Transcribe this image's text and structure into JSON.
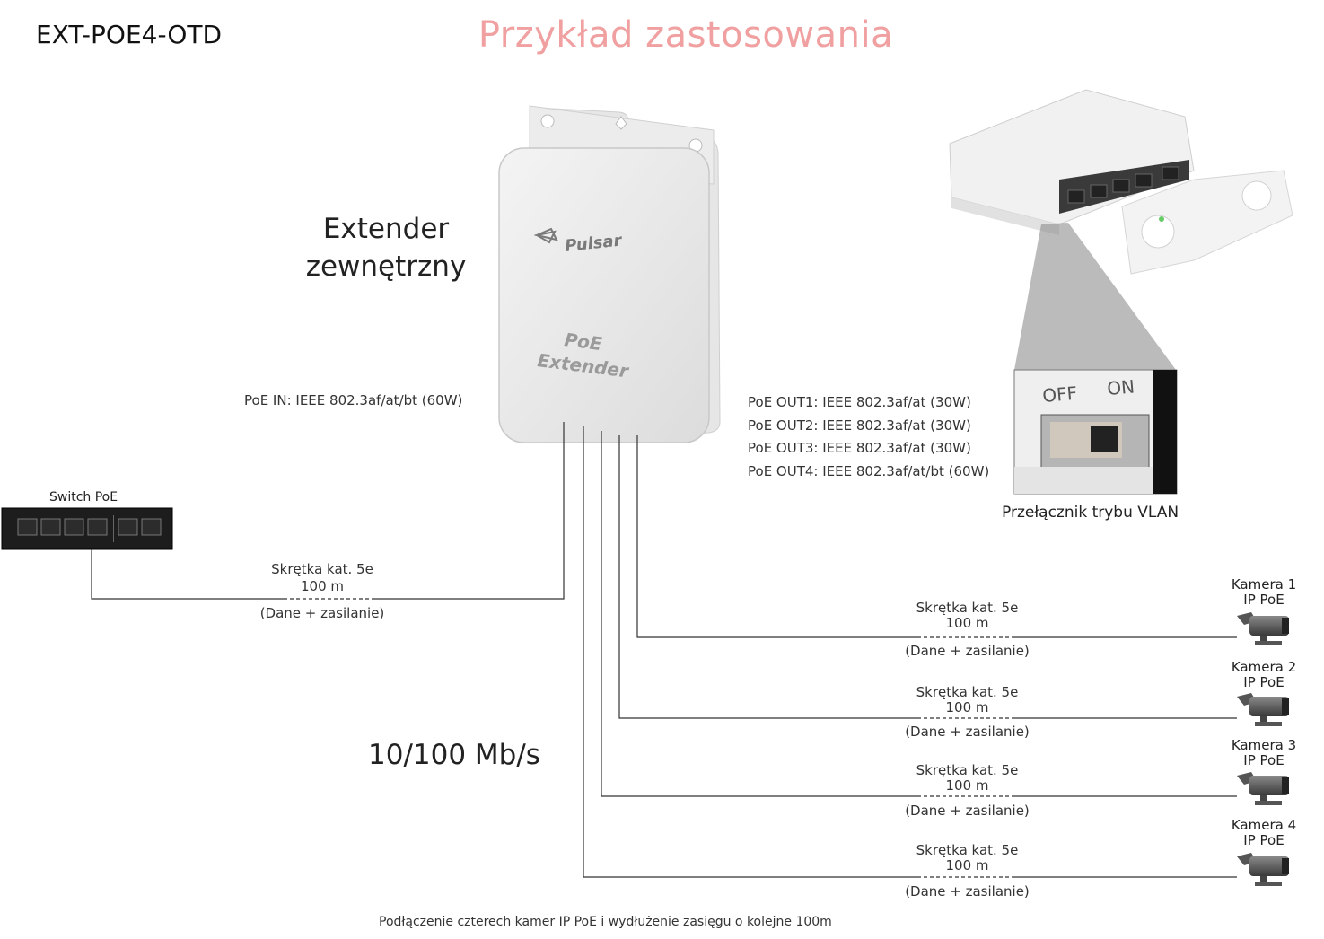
{
  "header": {
    "model": "EXT-POE4-OTD",
    "title": "Przykład zastosowania"
  },
  "extender": {
    "label_line1": "Extender",
    "label_line2": "zewnętrzny",
    "brand": "Pulsar",
    "device_text_line1": "PoE",
    "device_text_line2": "Extender"
  },
  "poe_in": "PoE IN: IEEE 802.3af/at/bt (60W)",
  "poe_outputs": [
    "PoE OUT1: IEEE 802.3af/at (30W)",
    "PoE OUT2: IEEE 802.3af/at (30W)",
    "PoE OUT3: IEEE 802.3af/at (30W)",
    "PoE OUT4: IEEE 802.3af/at/bt (60W)"
  ],
  "switch": {
    "label": "Switch PoE"
  },
  "vlan": {
    "label": "Przełącznik trybu VLAN",
    "off": "OFF",
    "on": "ON"
  },
  "speed": "10/100 Mb/s",
  "cables": {
    "input": {
      "type": "Skrętka kat. 5e",
      "length": "100 m",
      "note": "(Dane + zasilanie)"
    },
    "outputs": [
      {
        "type": "Skrętka kat. 5e",
        "length": "100 m",
        "note": "(Dane + zasilanie)"
      },
      {
        "type": "Skrętka kat. 5e",
        "length": "100 m",
        "note": "(Dane + zasilanie)"
      },
      {
        "type": "Skrętka kat. 5e",
        "length": "100 m",
        "note": "(Dane + zasilanie)"
      },
      {
        "type": "Skrętka kat. 5e",
        "length": "100 m",
        "note": "(Dane + zasilanie)"
      }
    ]
  },
  "cameras": [
    {
      "line1": "Kamera 1",
      "line2": "IP PoE"
    },
    {
      "line1": "Kamera 2",
      "line2": "IP PoE"
    },
    {
      "line1": "Kamera 3",
      "line2": "IP PoE"
    },
    {
      "line1": "Kamera 4",
      "line2": "IP PoE"
    }
  ],
  "footer": "Podłączenie czterech kamer IP PoE i wydłużenie zasięgu o kolejne 100m"
}
